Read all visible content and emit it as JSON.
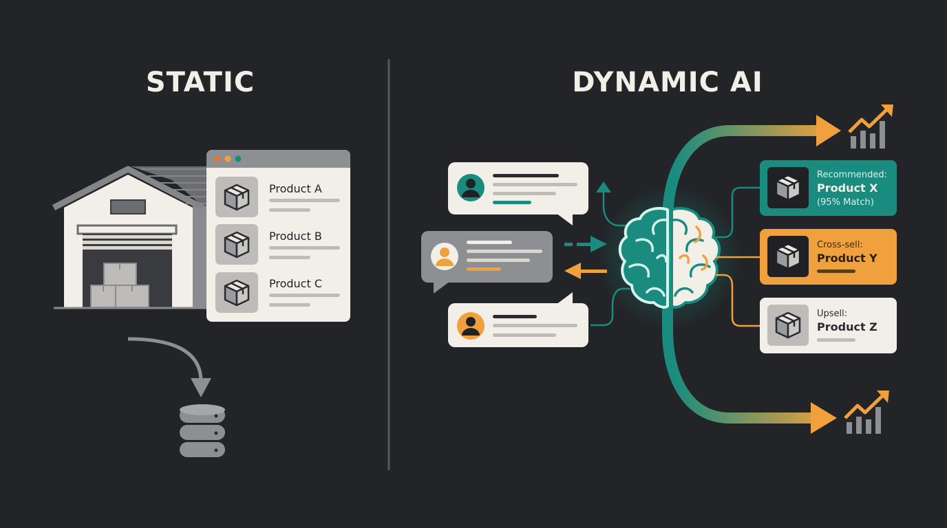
{
  "titles": {
    "static": "STATIC",
    "dynamic": "DYNAMIC AI"
  },
  "catalog": {
    "items": [
      "Product A",
      "Product B",
      "Product C"
    ]
  },
  "recommendations": [
    {
      "label": "Recommended:",
      "product": "Product X",
      "note": "(95% Match)"
    },
    {
      "label": "Cross-sell:",
      "product": "Product Y",
      "note": ""
    },
    {
      "label": "Upsell:",
      "product": "Product Z",
      "note": ""
    }
  ],
  "colors": {
    "background": "#222427",
    "teal": "#1a8c7f",
    "orange": "#f0a03c",
    "cream": "#f1efe8",
    "gray": "#8e8f93"
  }
}
